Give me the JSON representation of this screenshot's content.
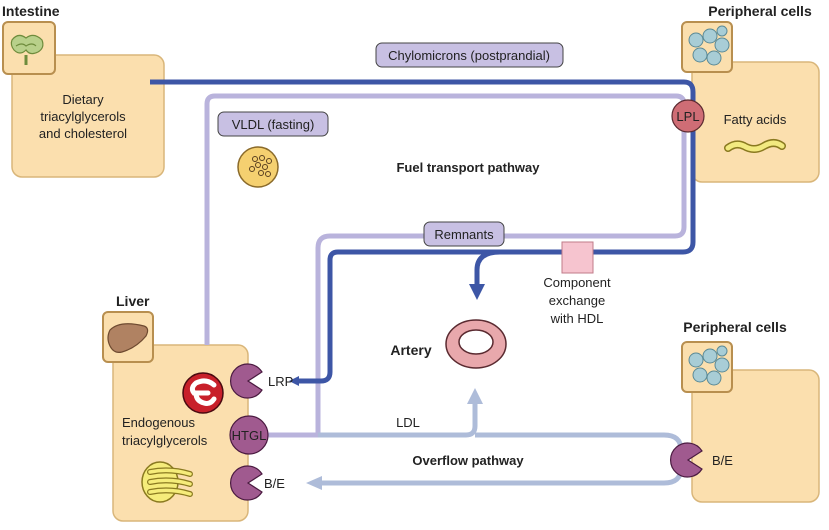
{
  "organs": {
    "intestine": "Intestine",
    "liver": "Liver",
    "peripheral_top": "Peripheral cells",
    "peripheral_bottom": "Peripheral cells",
    "artery": "Artery"
  },
  "intestine_box": {
    "line1": "Dietary",
    "line2": "triacylglycerols",
    "line3": "and cholesterol"
  },
  "liver_box": {
    "line1": "Endogenous",
    "line2": "triacylglycerols"
  },
  "pathways": {
    "chylomicrons": "Chylomicrons (postprandial)",
    "vldl": "VLDL (fasting)",
    "remnants": "Remnants",
    "fuel": "Fuel transport pathway",
    "overflow": "Overflow pathway",
    "ldl": "LDL"
  },
  "receptors": {
    "lpl": "LPL",
    "lrp": "LRP",
    "htgl": "HTGL",
    "be_liver": "B/E",
    "be_peripheral": "B/E"
  },
  "fatty_acids": "Fatty acids",
  "component_exchange": {
    "line1": "Component",
    "line2": "exchange",
    "line3": "with HDL"
  },
  "colors": {
    "box_fill": "#fbdfae",
    "box_stroke": "#d9b67a",
    "chylo_blue": "#3d56a6",
    "vldl_lilac": "#b9b3dc",
    "ldl_blue": "#aebcd9",
    "label_fill": "#c8c0e3",
    "receptor_purple": "#a05a8f",
    "lpl_red": "#cf6d75",
    "exchange_pink": "#f6c4cf",
    "artery_pink": "#e8a8ac"
  },
  "icons": [
    "intestine-icon",
    "liver-icon",
    "cells-icon",
    "vldl-particle-icon",
    "fatty-acid-icon",
    "apoE-icon",
    "lipid-droplet-icon",
    "artery-icon"
  ]
}
